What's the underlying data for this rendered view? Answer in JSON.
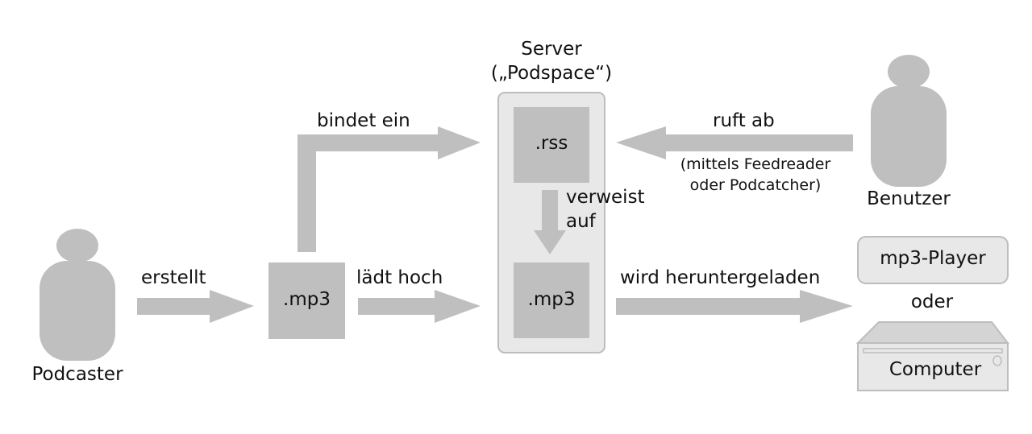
{
  "server": {
    "title": "Server",
    "subtitle": "(„Podspace“)"
  },
  "nodes": {
    "rss": ".rss",
    "mp3_server": ".mp3",
    "mp3_local": ".mp3",
    "podcaster": "Podcaster",
    "user": "Benutzer",
    "mp3_player": "mp3-Player",
    "or": "oder",
    "computer": "Computer"
  },
  "edges": {
    "creates": "erstellt",
    "uploads": "lädt hoch",
    "embeds": "bindet ein",
    "refers_line1": "verweist",
    "refers_line2": "auf",
    "fetches": "ruft ab",
    "fetches_note_line1": "(mittels Feedreader",
    "fetches_note_line2": "oder Podcatcher)",
    "downloaded": "wird heruntergeladen"
  },
  "colors": {
    "shape": "#bfbfbf",
    "panel": "#e8e8e8",
    "stroke": "#bdbdbd"
  },
  "icons": [
    "person-icon",
    "arrow-icon",
    "mp3-player-icon",
    "computer-icon"
  ]
}
